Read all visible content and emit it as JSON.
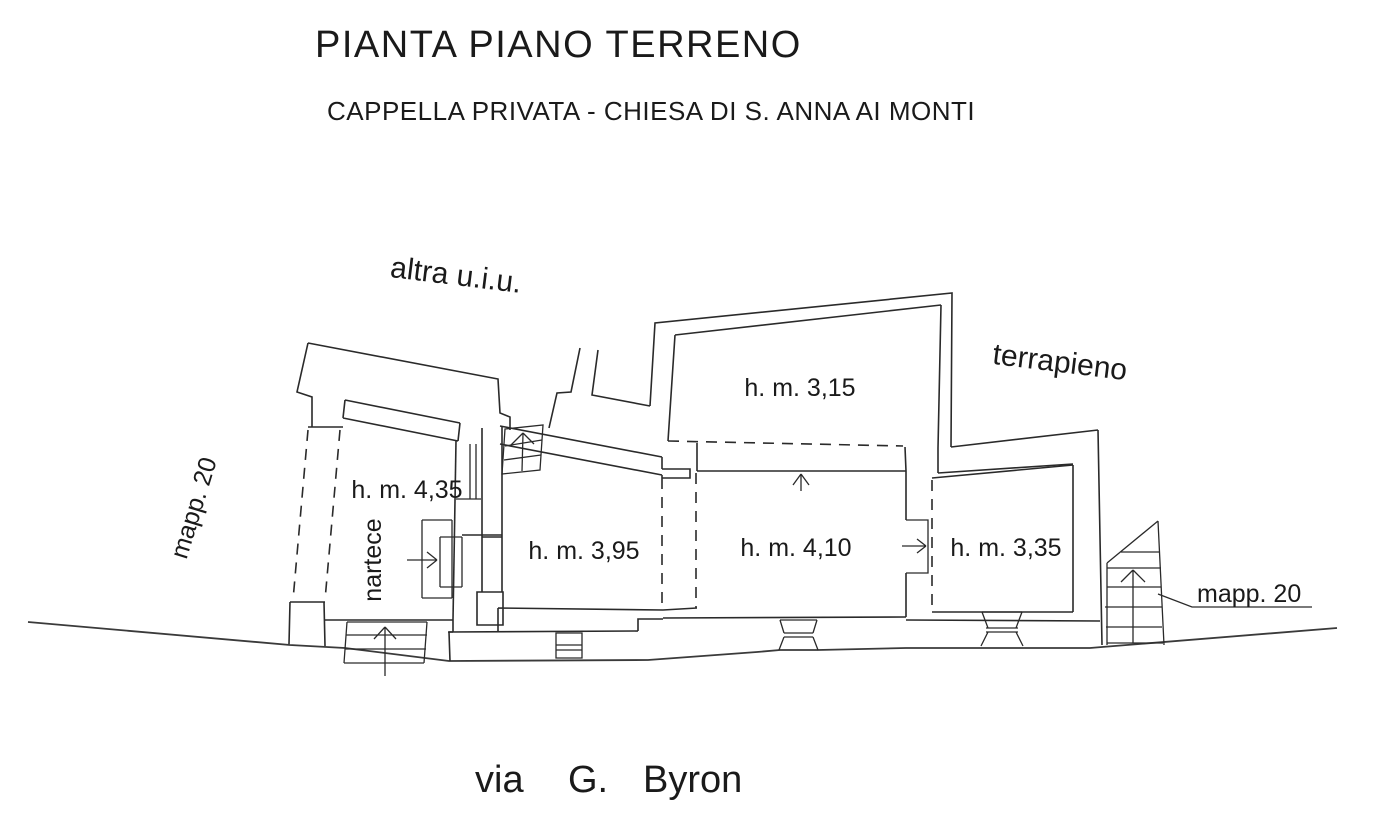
{
  "document": {
    "title": "PIANTA PIANO TERRENO",
    "subtitle": "CAPPELLA PRIVATA - CHIESA DI S. ANNA AI MONTI",
    "street_name": {
      "word1": "via",
      "word2": "G.",
      "word3": "Byron"
    }
  },
  "plan": {
    "annotations": {
      "other_unit": "altra u.i.u.",
      "embankment": "terrapieno",
      "parcel_left": "mapp. 20",
      "parcel_right": "mapp. 20",
      "narthex": "nartece"
    },
    "room_heights": {
      "room_435": "h. m. 4,35",
      "room_395": "h. m. 3,95",
      "room_410": "h. m. 4,10",
      "room_315": "h. m. 3,15",
      "room_335": "h. m. 3,35"
    }
  },
  "colors": {
    "ink": "#1a1a1a",
    "background": "#ffffff"
  }
}
